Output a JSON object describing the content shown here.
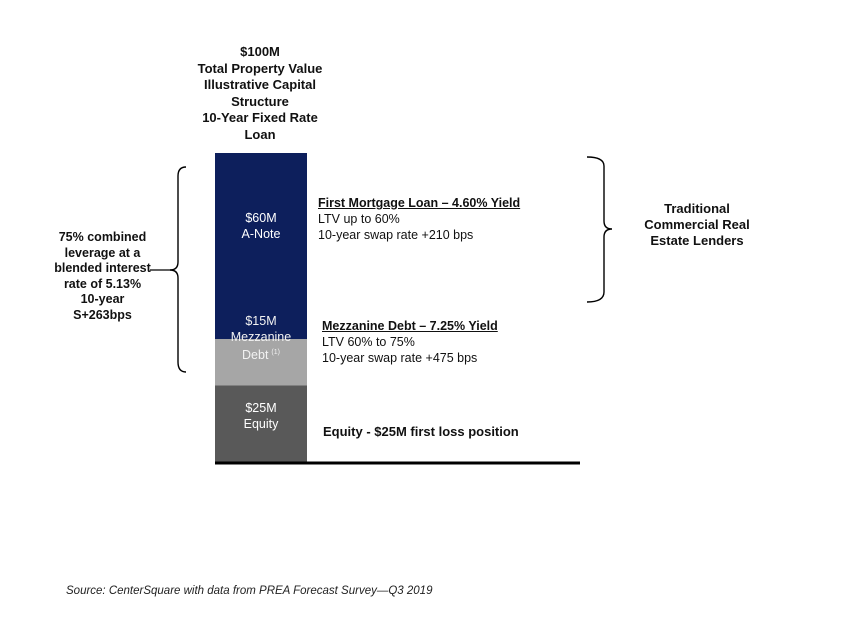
{
  "title_lines": [
    "$100M",
    "Total Property Value",
    "Illustrative Capital",
    "Structure",
    "10-Year Fixed Rate",
    "Loan"
  ],
  "chart_data": {
    "type": "bar",
    "stacked": true,
    "unit": "$M",
    "total": 100,
    "segments": [
      {
        "key": "a_note",
        "value": 60,
        "label_lines": [
          "$60M",
          "A-Note"
        ],
        "color": "#0d1f5c"
      },
      {
        "key": "mezz",
        "value": 15,
        "label_lines": [
          "$15M",
          "Mezzanine",
          "Debt"
        ],
        "footnote": "(1)",
        "color": "#a6a6a6"
      },
      {
        "key": "equity",
        "value": 25,
        "label_lines": [
          "$25M",
          "Equity"
        ],
        "color": "#595959"
      }
    ]
  },
  "descriptions": {
    "first": {
      "head": "First Mortgage Loan – 4.60%  Yield",
      "lines": [
        "LTV up to 60%",
        "10-year swap rate +210 bps"
      ]
    },
    "mezz": {
      "head": "Mezzanine Debt – 7.25% Yield",
      "lines": [
        "LTV 60% to 75%",
        "10-year swap rate +475 bps"
      ]
    },
    "equity": "Equity  - $25M first loss position"
  },
  "left_note_lines": [
    "75% combined",
    "leverage at a",
    "blended interest",
    "rate of 5.13%",
    "10-year",
    "S+263bps"
  ],
  "right_note_lines": [
    "Traditional",
    "Commercial Real",
    "Estate Lenders"
  ],
  "source": "Source: CenterSquare with data from PREA Forecast Survey—Q3 2019"
}
